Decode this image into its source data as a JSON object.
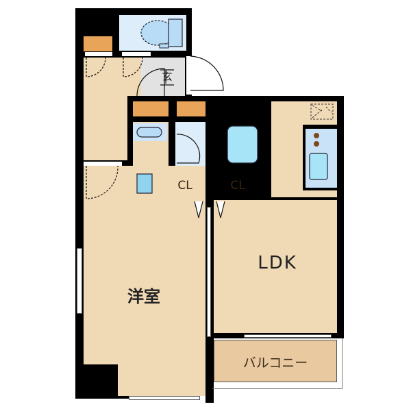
{
  "floorplan": {
    "rooms": {
      "western_room": {
        "label": "洋室"
      },
      "ldk": {
        "label": "LDK"
      },
      "balcony": {
        "label": "バルコニー"
      },
      "entrance": {
        "label": "玄"
      },
      "closet_left": {
        "label": "CL"
      },
      "closet_right": {
        "label": "CL"
      }
    },
    "colors": {
      "wall": "#000000",
      "floor": "#f0d9b5",
      "wet_area": "#ddeefa",
      "fixture": "#b8dcf5",
      "closet": "#e8a55a",
      "entrance": "#e2e2e2"
    }
  }
}
